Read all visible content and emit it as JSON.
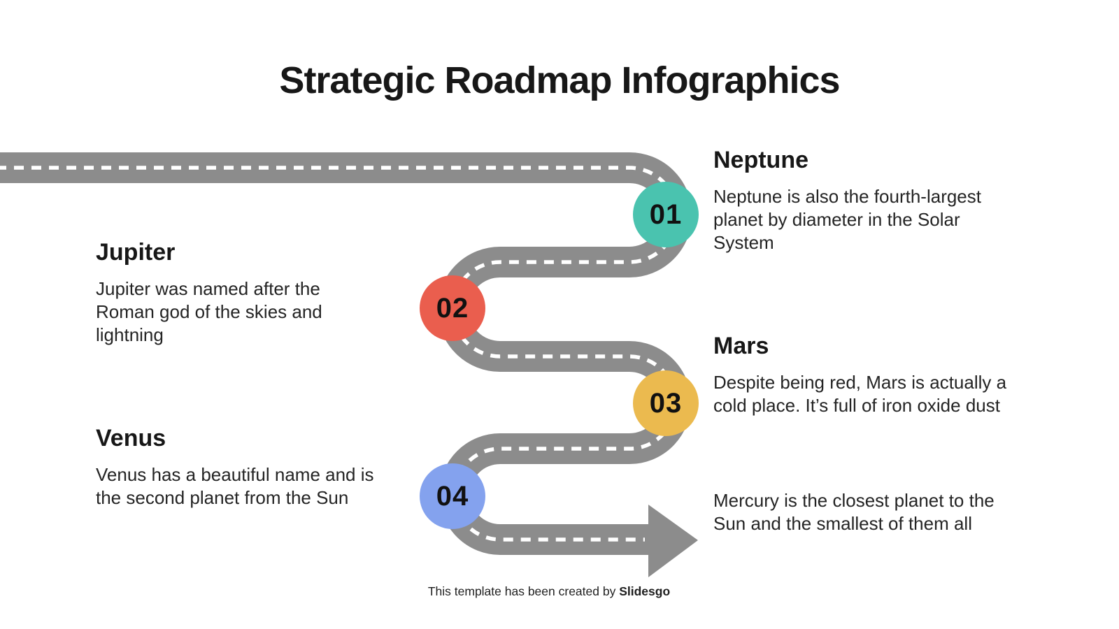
{
  "title": "Strategic Roadmap Infographics",
  "colors": {
    "road": "#8C8C8C",
    "road_dash": "#FFFFFF",
    "step1": "#4AC3AF",
    "step2": "#EA5E4E",
    "step3": "#EBBA4F",
    "step4": "#84A2EE"
  },
  "steps": [
    {
      "number": "01",
      "name": "Neptune",
      "description": "Neptune is also the fourth-largest planet by diameter in the Solar System",
      "color": "#4AC3AF"
    },
    {
      "number": "02",
      "name": "Jupiter",
      "description": "Jupiter was named after the Roman god of the skies and lightning",
      "color": "#EA5E4E"
    },
    {
      "number": "03",
      "name": "Mars",
      "description": "Despite being red, Mars is actually a cold place. It’s full of iron oxide dust",
      "color": "#EBBA4F"
    },
    {
      "number": "04",
      "name": "Venus",
      "description": "Venus has a beautiful name and is the second planet from the Sun",
      "color": "#84A2EE"
    }
  ],
  "closing_note": "Mercury is the closest planet to the Sun and the smallest of them all",
  "footer": {
    "text": "This template has been created by ",
    "brand": "Slidesgo"
  }
}
